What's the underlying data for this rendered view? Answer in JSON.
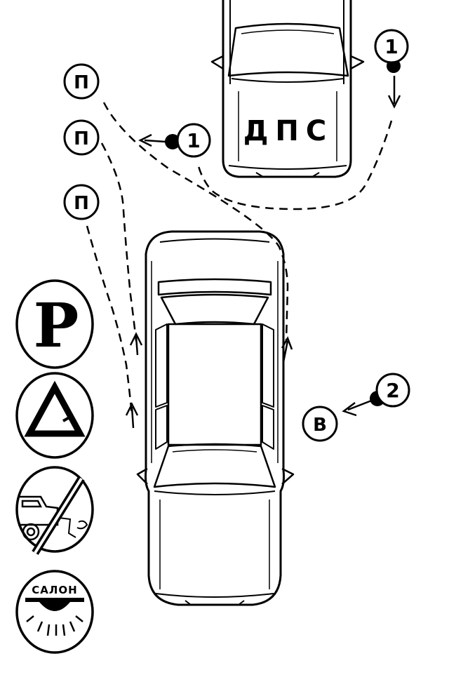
{
  "police_car": {
    "label": "ДПС"
  },
  "markers": {
    "p1": "П",
    "p2": "П",
    "p3": "П",
    "officer1_top": "1",
    "officer1_mid": "1",
    "officer2": "2",
    "v": "В"
  },
  "signs": {
    "parking": "P",
    "salon": "САЛОН"
  },
  "colors": {
    "ink": "#000000",
    "paper": "#ffffff"
  }
}
